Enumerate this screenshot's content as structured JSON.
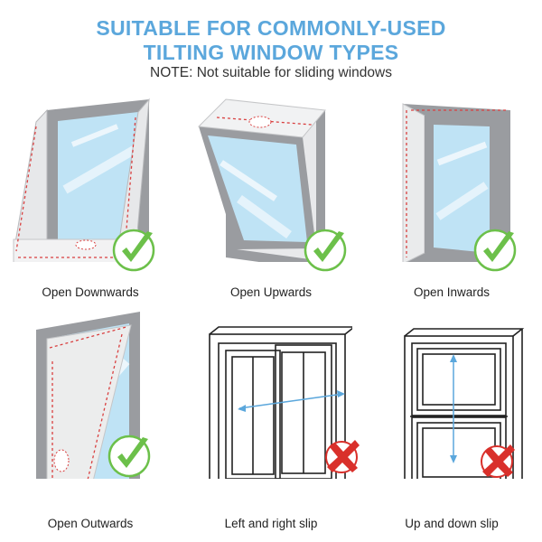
{
  "header": {
    "title_line1": "SUITABLE FOR COMMONLY-USED",
    "title_line2": "TILTING WINDOW TYPES",
    "note": "NOTE: Not suitable for sliding windows"
  },
  "windows": [
    {
      "label": "Open Downwards",
      "status": "suitable",
      "mark_icon": "check-icon"
    },
    {
      "label": "Open Upwards",
      "status": "suitable",
      "mark_icon": "check-icon"
    },
    {
      "label": "Open Inwards",
      "status": "suitable",
      "mark_icon": "check-icon"
    },
    {
      "label": "Open Outwards",
      "status": "suitable",
      "mark_icon": "check-icon"
    },
    {
      "label": "Left and right slip",
      "status": "not-suitable",
      "mark_icon": "cross-icon"
    },
    {
      "label": "Up and down slip",
      "status": "not-suitable",
      "mark_icon": "cross-icon"
    }
  ],
  "colors": {
    "title": "#5ba7dc",
    "frame_gray": "#9a9ca0",
    "glass_blue": "#bfe3f5",
    "seal_dash": "#d94040",
    "check_green": "#6cc04a",
    "cross_red": "#d9302b"
  }
}
